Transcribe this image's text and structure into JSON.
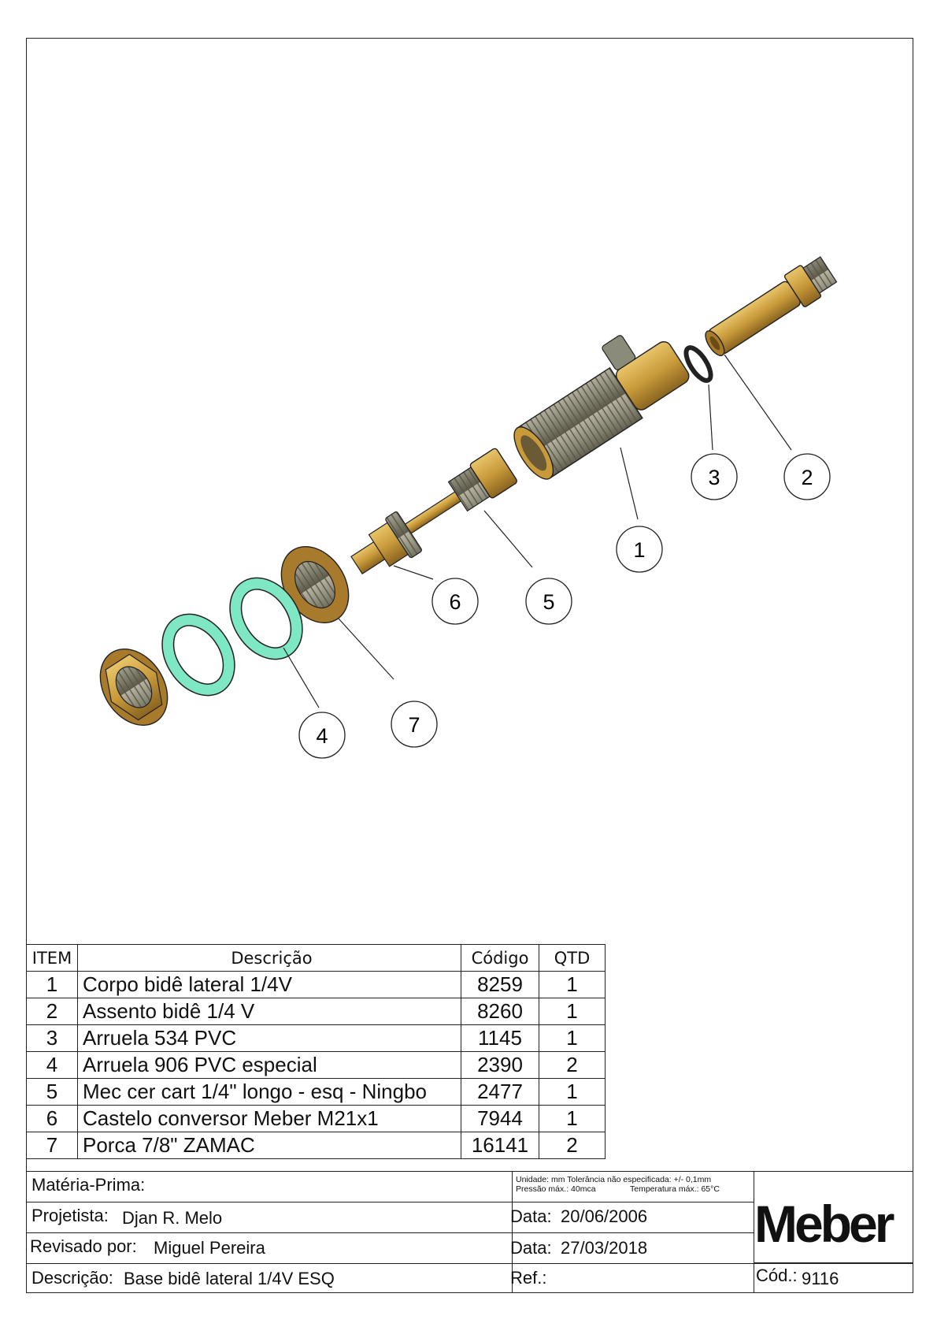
{
  "bom": {
    "headers": {
      "item": "ITEM",
      "descricao": "Descrição",
      "codigo": "Código",
      "qtd": "QTD"
    },
    "rows": [
      {
        "item": "1",
        "descricao": "Corpo bidê lateral 1/4V",
        "codigo": "8259",
        "qtd": "1"
      },
      {
        "item": "2",
        "descricao": "Assento bidê 1/4 V",
        "codigo": "8260",
        "qtd": "1"
      },
      {
        "item": "3",
        "descricao": "Arruela 534 PVC",
        "codigo": "1145",
        "qtd": "1"
      },
      {
        "item": "4",
        "descricao": "Arruela 906 PVC especial",
        "codigo": "2390",
        "qtd": "2"
      },
      {
        "item": "5",
        "descricao": "Mec cer cart 1/4\" longo - esq - Ningbo",
        "codigo": "2477",
        "qtd": "1"
      },
      {
        "item": "6",
        "descricao": "Castelo conversor Meber M21x1",
        "codigo": "7944",
        "qtd": "1"
      },
      {
        "item": "7",
        "descricao": "Porca 7/8\" ZAMAC",
        "codigo": "16141",
        "qtd": "2"
      }
    ]
  },
  "balloons": [
    "1",
    "2",
    "3",
    "4",
    "5",
    "6",
    "7"
  ],
  "title_block": {
    "materia_prima_label": "Matéria-Prima:",
    "specs_line1": "Unidade: mm Tolerância não especificada: +/- 0,1mm",
    "specs_line2_a": "Pressão máx.: 40mca",
    "specs_line2_b": "Temperatura máx.: 65°C",
    "projetista_label": "Projetista:",
    "projetista_value": "Djan R. Melo",
    "data1_label": "Data:",
    "data1_value": "20/06/2006",
    "revisado_label": "Revisado por:",
    "revisado_value": "Miguel Pereira",
    "data2_label": "Data:",
    "data2_value": "27/03/2018",
    "descricao_label": "Descrição:",
    "descricao_value": "Base bidê lateral 1/4V ESQ",
    "ref_label": "Ref.:",
    "cod_label": "Cód.:",
    "cod_value": "9116",
    "brand": "Meber"
  },
  "colors": {
    "brass": "#c89a3a",
    "brass_dark": "#8a6420",
    "thread": "#8b8b7a",
    "gasket": "#7ee8c4",
    "line": "#222222"
  }
}
